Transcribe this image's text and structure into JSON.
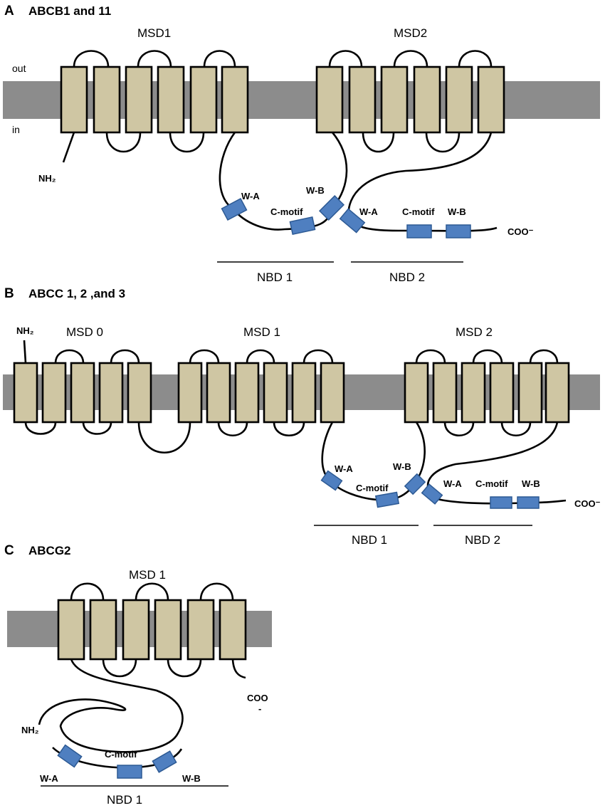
{
  "colors": {
    "membrane": "#8c8c8c",
    "transmembrane_helix": "#cfc6a3",
    "motif_box": "#4f7fc0",
    "line": "#000000"
  },
  "panel_a": {
    "letter": "A",
    "title": "ABCB1 and 11",
    "side_out": "out",
    "side_in": "in",
    "msd1": "MSD1",
    "msd2": "MSD2",
    "n_terminus": "NH₂",
    "c_terminus": "COO⁻",
    "nbd1": "NBD 1",
    "nbd2": "NBD 2",
    "nbd1_motifs": [
      "W-A",
      "C-motif",
      "W-B"
    ],
    "nbd2_motifs": [
      "W-A",
      "C-motif",
      "W-B"
    ]
  },
  "panel_b": {
    "letter": "B",
    "title": "ABCC 1, 2 ,and 3",
    "n_terminus": "NH₂",
    "msd0": "MSD 0",
    "msd1": "MSD 1",
    "msd2": "MSD 2",
    "c_terminus": "COO⁻",
    "nbd1": "NBD 1",
    "nbd2": "NBD 2",
    "nbd1_motifs": [
      "W-A",
      "C-motif",
      "W-B"
    ],
    "nbd2_motifs": [
      "W-A",
      "C-motif",
      "W-B"
    ]
  },
  "panel_c": {
    "letter": "C",
    "title": "ABCG2",
    "msd1": "MSD 1",
    "c_terminus_top": "COO",
    "c_terminus_bottom": "-",
    "n_terminus": "NH₂",
    "nbd1": "NBD 1",
    "nbd1_motifs": [
      "W-A",
      "C-motif",
      "W-B"
    ]
  }
}
